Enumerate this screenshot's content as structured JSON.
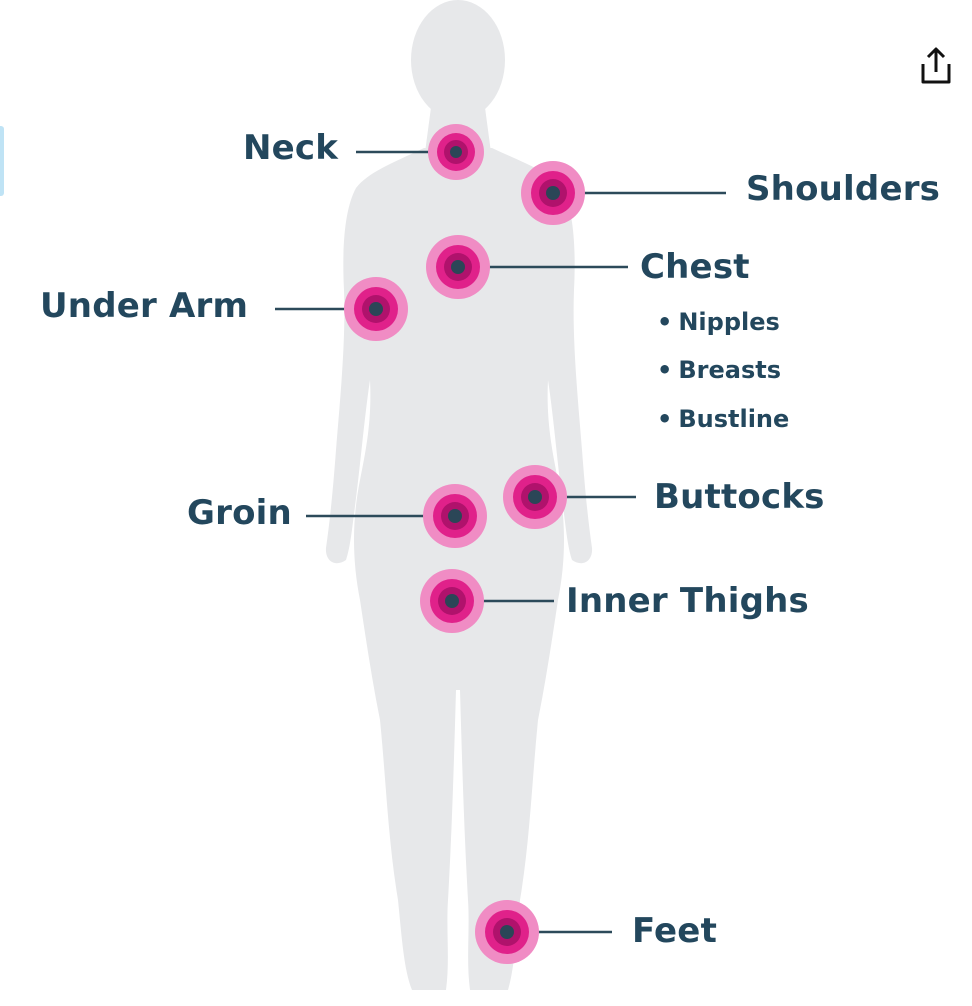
{
  "labels": {
    "neck": "Neck",
    "shoulders": "Shoulders",
    "chest": "Chest",
    "under_arm": "Under Arm",
    "groin": "Groin",
    "buttocks": "Buttocks",
    "inner_thighs": "Inner Thighs",
    "feet": "Feet"
  },
  "chest_items": [
    "Nipples",
    "Breasts",
    "Bustline"
  ],
  "bullet": "•",
  "colors": {
    "figure": "#e7e8ea",
    "label_text": "#23475d",
    "leader_line": "#2c4a5a",
    "target_outer": "#f08cc4",
    "target_mid": "#e0218a",
    "target_inner": "#b0126c",
    "target_center": "#2b4657"
  },
  "icons": {
    "share": "share-icon"
  }
}
